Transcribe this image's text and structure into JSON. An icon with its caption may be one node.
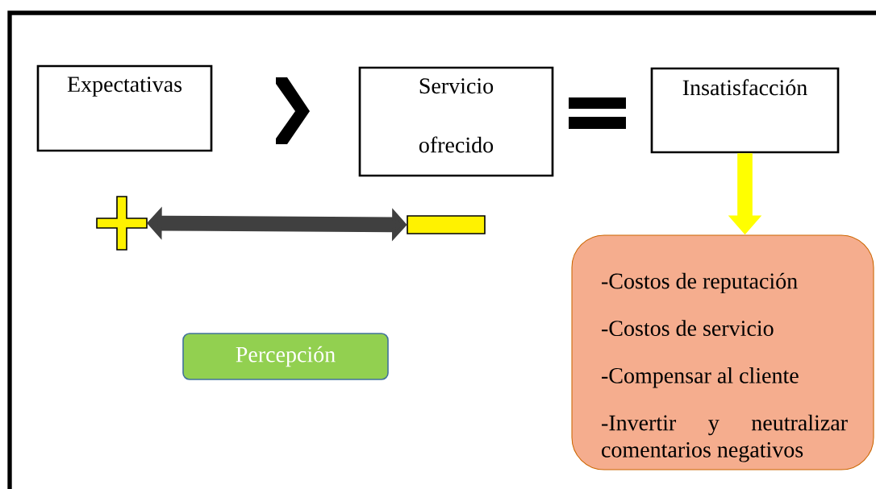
{
  "diagram": {
    "nodes": [
      {
        "text": [
          "Expectativas"
        ]
      },
      {
        "text": [],
        "shape": "chevron"
      },
      {
        "text": [
          "Servicio ofrecido"
        ]
      },
      {
        "text": [],
        "shape": "equals"
      },
      {
        "text": [
          "Insatisfacción"
        ]
      },
      {
        "text": [],
        "shape": "plus"
      },
      {
        "text": [],
        "shape": "minus"
      },
      {
        "text": [
          "-Costos de reputación",
          "-Costos de servicio",
          "-Compensar al cliente",
          "-Invertir y neutralizar comentarios negativos"
        ]
      },
      {
        "text": [
          "Percepción"
        ]
      }
    ],
    "edges": [
      {
        "from": 5,
        "to": 6,
        "arrow": "both",
        "color": "#404040"
      },
      {
        "from": 4,
        "to": 7,
        "arrow": "to",
        "color": "#ffff00"
      }
    ]
  }
}
